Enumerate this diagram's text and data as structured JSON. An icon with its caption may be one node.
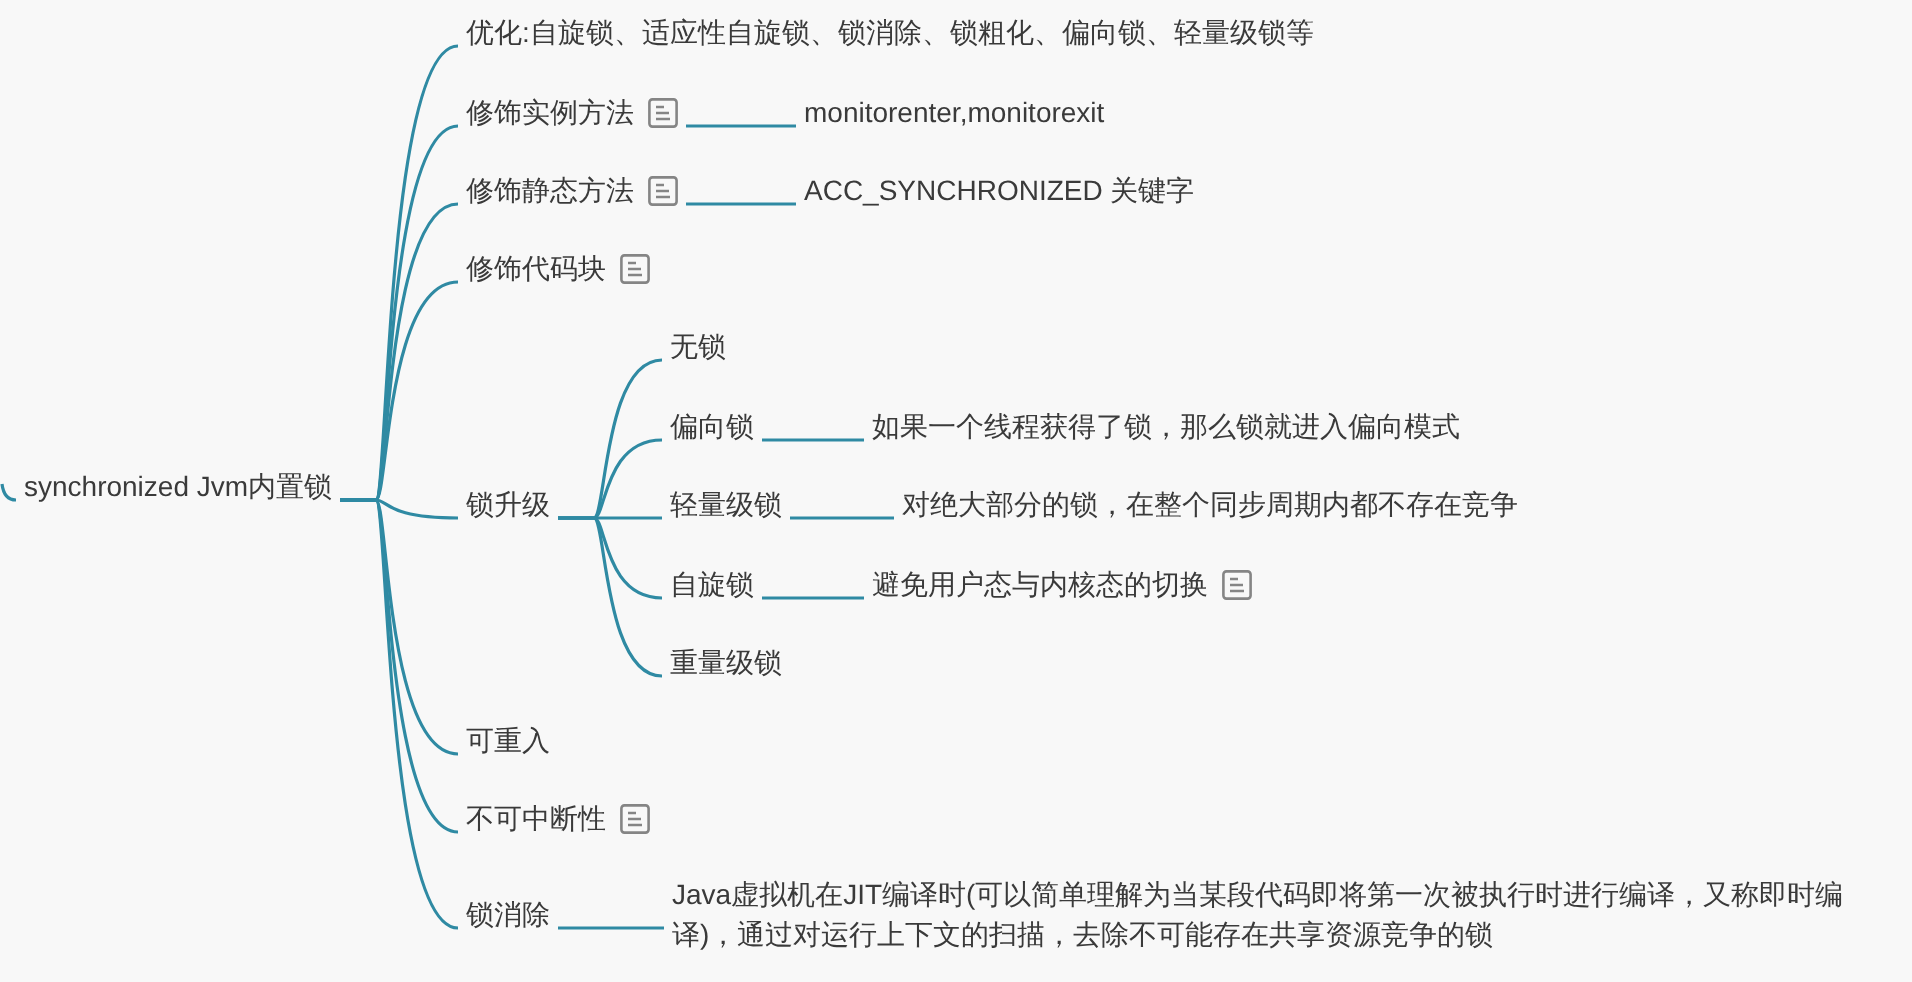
{
  "diagram": {
    "nodes": [
      {
        "text": [
          "synchronized Jvm内置锁"
        ]
      },
      {
        "text": [
          "优化:自旋锁、适应性自旋锁、锁消除、锁粗化、偏向锁、轻量级锁等"
        ]
      },
      {
        "text": [
          "修饰实例方法"
        ]
      },
      {
        "text": [
          "monitorenter,monitorexit"
        ]
      },
      {
        "text": [
          "修饰静态方法"
        ]
      },
      {
        "text": [
          "ACC_SYNCHRONIZED 关键字"
        ]
      },
      {
        "text": [
          "修饰代码块"
        ]
      },
      {
        "text": [
          "锁升级"
        ]
      },
      {
        "text": [
          "无锁"
        ]
      },
      {
        "text": [
          "偏向锁"
        ]
      },
      {
        "text": [
          "如果一个线程获得了锁，那么锁就进入偏向模式"
        ]
      },
      {
        "text": [
          "轻量级锁"
        ]
      },
      {
        "text": [
          "对绝大部分的锁，在整个同步周期内都不存在竞争"
        ]
      },
      {
        "text": [
          "自旋锁"
        ]
      },
      {
        "text": [
          "避免用户态与内核态的切换"
        ]
      },
      {
        "text": [
          "重量级锁"
        ]
      },
      {
        "text": [
          "可重入"
        ]
      },
      {
        "text": [
          "不可中断性"
        ]
      },
      {
        "text": [
          "锁消除"
        ]
      },
      {
        "text": [
          "Java虚拟机在JIT编译时(可以简单理解为当某段代码即将第一次被执行时进行编译，又称即时编译)，通过对运行上下文的扫描，去除不可能存在共享资源竞争的锁"
        ]
      }
    ],
    "edges": [
      {
        "from": null,
        "to": 0,
        "arrow": "none"
      },
      {
        "from": 0,
        "to": 1,
        "arrow": "none"
      },
      {
        "from": 0,
        "to": 2,
        "arrow": "none"
      },
      {
        "from": 2,
        "to": 3,
        "arrow": "none"
      },
      {
        "from": 0,
        "to": 4,
        "arrow": "none"
      },
      {
        "from": 4,
        "to": 5,
        "arrow": "none"
      },
      {
        "from": 0,
        "to": 6,
        "arrow": "none"
      },
      {
        "from": 0,
        "to": 7,
        "arrow": "none"
      },
      {
        "from": 7,
        "to": 8,
        "arrow": "none"
      },
      {
        "from": 7,
        "to": 9,
        "arrow": "none"
      },
      {
        "from": 9,
        "to": 10,
        "arrow": "none"
      },
      {
        "from": 7,
        "to": 11,
        "arrow": "none"
      },
      {
        "from": 11,
        "to": 12,
        "arrow": "none"
      },
      {
        "from": 7,
        "to": 13,
        "arrow": "none"
      },
      {
        "from": 13,
        "to": 14,
        "arrow": "none"
      },
      {
        "from": 7,
        "to": 15,
        "arrow": "none"
      },
      {
        "from": 0,
        "to": 16,
        "arrow": "none"
      },
      {
        "from": 0,
        "to": 17,
        "arrow": "none"
      },
      {
        "from": 0,
        "to": 18,
        "arrow": "none"
      },
      {
        "from": 18,
        "to": 19,
        "arrow": "none"
      }
    ]
  }
}
